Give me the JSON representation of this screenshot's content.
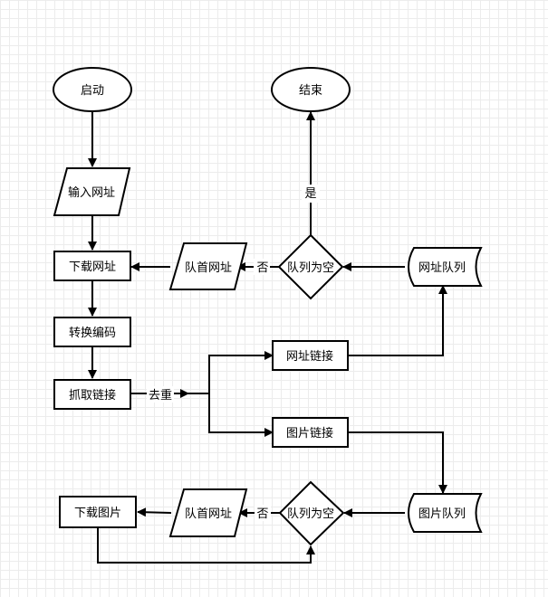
{
  "nodes": {
    "start": "启动",
    "end": "结束",
    "input_url": "输入网址",
    "download_url": "下载网址",
    "convert_encoding": "转换编码",
    "crawl_links": "抓取链接",
    "url_link": "网址链接",
    "image_link": "图片链接",
    "url_queue": "网址队列",
    "image_queue": "图片队列",
    "queue_empty_top": "队列为空",
    "queue_empty_bottom": "队列为空",
    "queue_head_url_top": "队首网址",
    "queue_head_url_bottom": "队首网址",
    "download_image": "下载图片"
  },
  "edges": {
    "yes": "是",
    "no_top": "否",
    "no_bottom": "否",
    "dedupe": "去重"
  }
}
